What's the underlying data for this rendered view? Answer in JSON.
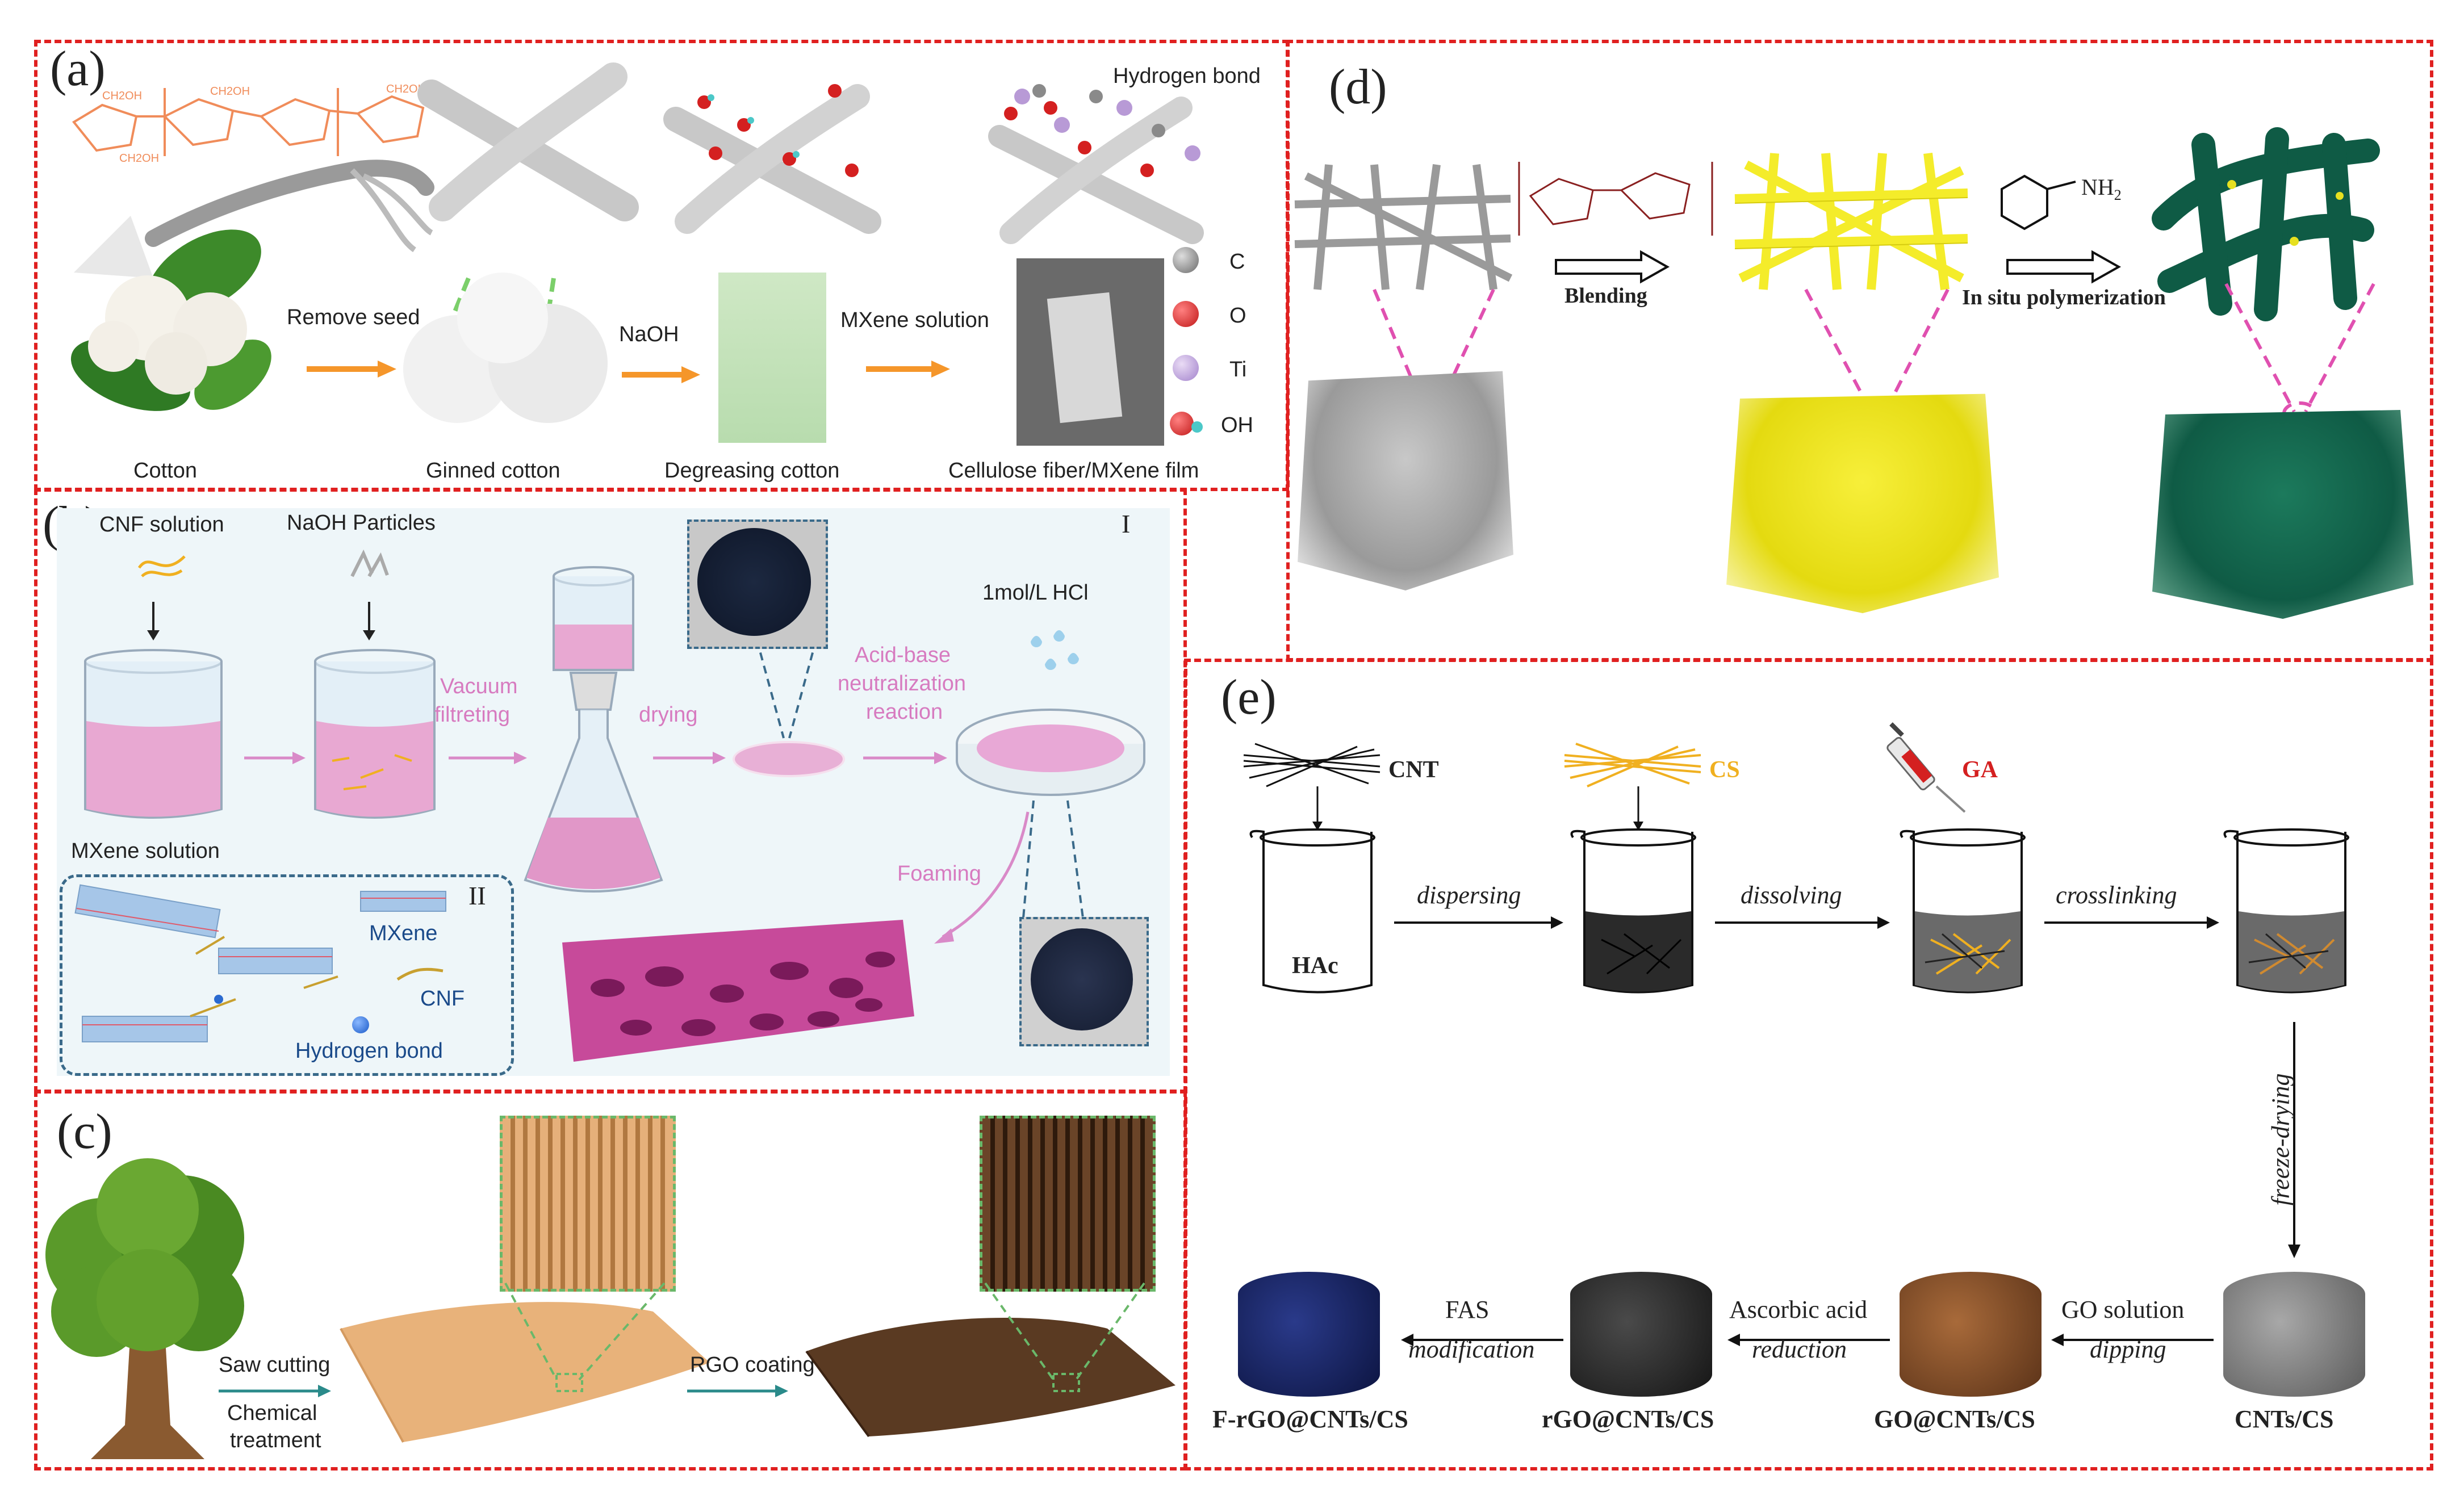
{
  "panels": {
    "a": {
      "label": "(a)",
      "stages": [
        "Cotton",
        "Ginned cotton",
        "Degreasing cotton",
        "Cellulose fiber/MXene film"
      ],
      "steps": [
        "Remove seed",
        "NaOH",
        "MXene  solution"
      ],
      "hbond": "Hydrogen bond",
      "legend": [
        {
          "label": "C",
          "color": "#8a8a8a"
        },
        {
          "label": "O",
          "color": "#d42020"
        },
        {
          "label": "Ti",
          "color": "#b89ad6"
        },
        {
          "label": "OH",
          "color": "#d42020"
        }
      ]
    },
    "b": {
      "label": "(b)",
      "cnf_solution": "CNF solution",
      "naoh": "NaOH Particles",
      "roman1": "I",
      "roman2": "II",
      "vacuum1": "Vacuum",
      "vacuum2": "filtreting",
      "drying": "drying",
      "hcl": "1mol/L HCl",
      "acid1": "Acid-base",
      "acid2": "neutralization",
      "acid3": "reaction",
      "mxene_solution": "MXene solution",
      "foaming": "Foaming",
      "legend_mxene": "MXene",
      "legend_cnf": "CNF",
      "legend_hbond": "Hydrogen bond"
    },
    "c": {
      "label": "(c)",
      "saw": "Saw cutting",
      "chem1": "Chemical",
      "chem2": "treatment",
      "rgo": "RGO coating"
    },
    "d": {
      "label": "(d)",
      "blending": "Blending",
      "insitu": "In situ polymerization",
      "nh2": "NH",
      "nh2_sub": "2"
    },
    "e": {
      "label": "(e)",
      "cnt": "CNT",
      "cs": "CS",
      "ga": "GA",
      "hac": "HAc",
      "dispersing": "dispersing",
      "dissolving": "dissolving",
      "crosslinking": "crosslinking",
      "freeze": "freeze-drying",
      "go_solution": "GO solution",
      "dipping": "dipping",
      "ascorbic": "Ascorbic acid",
      "reduction": "reduction",
      "fas": "FAS",
      "modification": "modification",
      "products": [
        "F-rGO@CNTs/CS",
        "rGO@CNTs/CS",
        "GO@CNTs/CS",
        "CNTs/CS"
      ]
    }
  },
  "colors": {
    "border": "#e02020",
    "arrow_orange": "#f5962a",
    "arrow_pink": "#d98ac8",
    "arrow_teal": "#2a8a8a",
    "pink_text": "#d77bc0",
    "cs_yellow": "#f0b020",
    "ga_red": "#d42020",
    "yellow_fiber": "#f4ec2a",
    "green_fiber": "#0f5b45"
  }
}
